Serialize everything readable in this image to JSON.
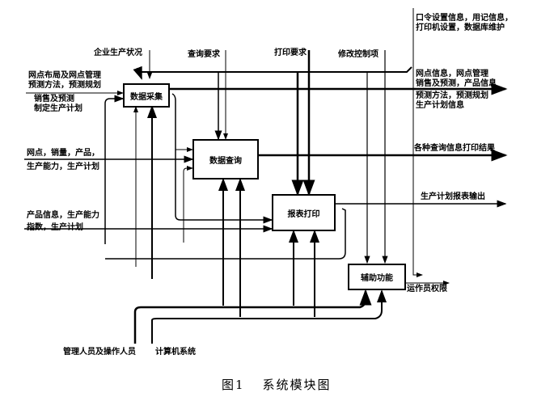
{
  "figure": {
    "caption_number": "图1",
    "caption_title": "系统模块图"
  },
  "modules": [
    {
      "id": "data_collect",
      "label": "数据采集"
    },
    {
      "id": "data_query",
      "label": "数据查询"
    },
    {
      "id": "report_print",
      "label": "报表打印"
    },
    {
      "id": "aux_function",
      "label": "辅助功能"
    }
  ],
  "inputs": {
    "left_top_1": "网点布局及网点管理",
    "left_top_2": "预测方法，预测规划",
    "left_top_3": "销售及预测",
    "left_top_4": "制定生产计划",
    "left_mid_1": "网点，销量，产品，",
    "left_mid_2": "生产能力，生产计划",
    "left_low_1": "产品信息，生产能力",
    "left_low_2": "指数，生产计划"
  },
  "controls": {
    "enterprise_status": "企业生产状况",
    "query_request": "查询要求",
    "print_request": "打印要求",
    "modify_control": "修改控制项",
    "top_right_1": "口令设置信息，用记信息，",
    "top_right_2": "打印机设置，数据库维护"
  },
  "outputs": {
    "right_1": "网点信息，网点管理",
    "right_2": "销售及预测，产品信息",
    "right_3": "预测方法，预测规划",
    "right_4": "生产计划信息",
    "query_print_result": "各种查询信息打印结果",
    "plan_report_output": "生产计划报表输出",
    "operator_permission": "运作员权限"
  },
  "mechanisms": {
    "staff": "管理人员及操作人员",
    "computer_system": "计算机系统"
  }
}
